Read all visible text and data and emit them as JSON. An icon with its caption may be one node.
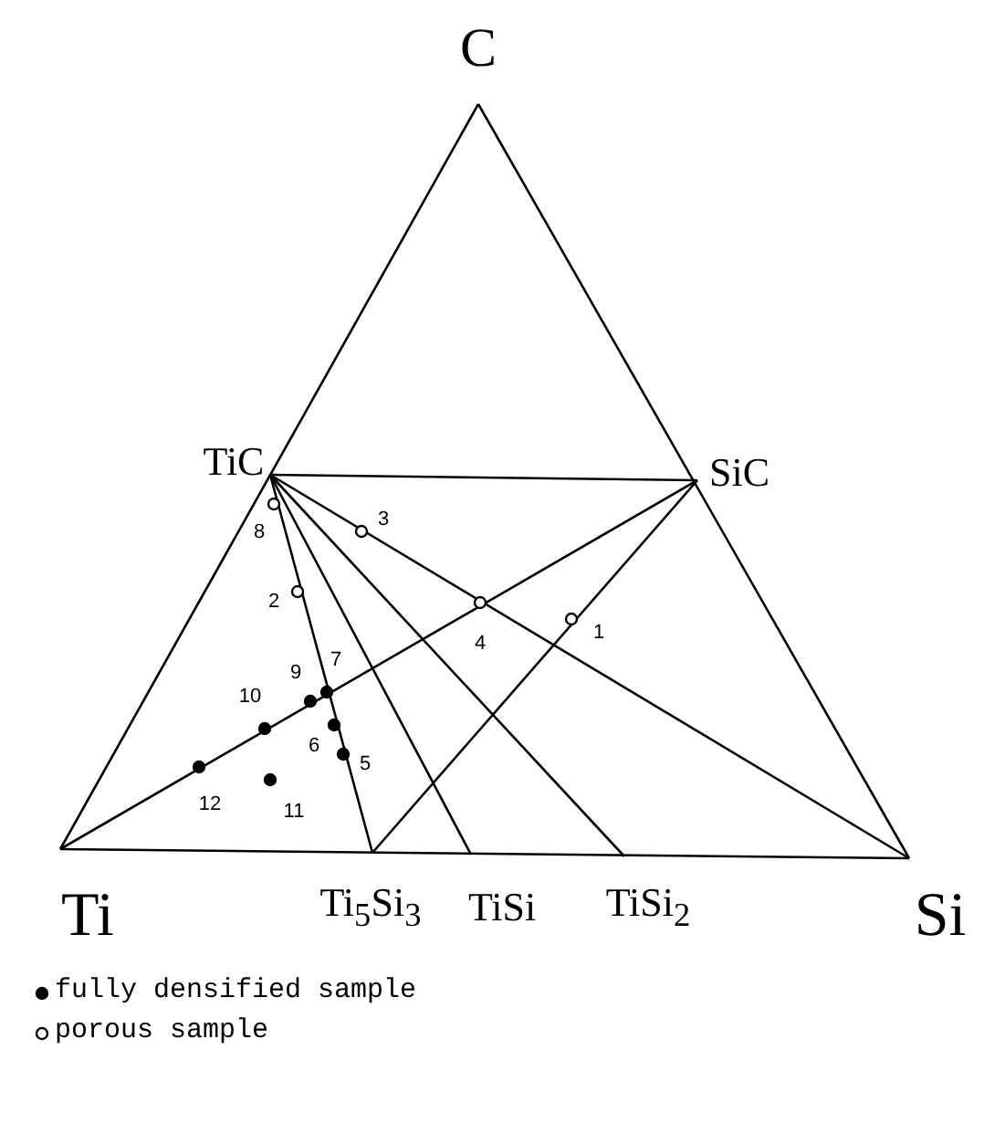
{
  "diagram": {
    "labels": [
      "C",
      "TiC",
      "SiC",
      "3",
      "8",
      "2",
      "4",
      "1",
      "9",
      "7",
      "10",
      "6",
      "5",
      "12",
      "11",
      "Ti",
      "Ti$_{5}$Si$_{3}$",
      "TiSi",
      "TiSi$_{2}$",
      "Si"
    ],
    "legend": [
      {
        "text": "fully densified sample"
      },
      {
        "text": "porous sample"
      }
    ]
  }
}
